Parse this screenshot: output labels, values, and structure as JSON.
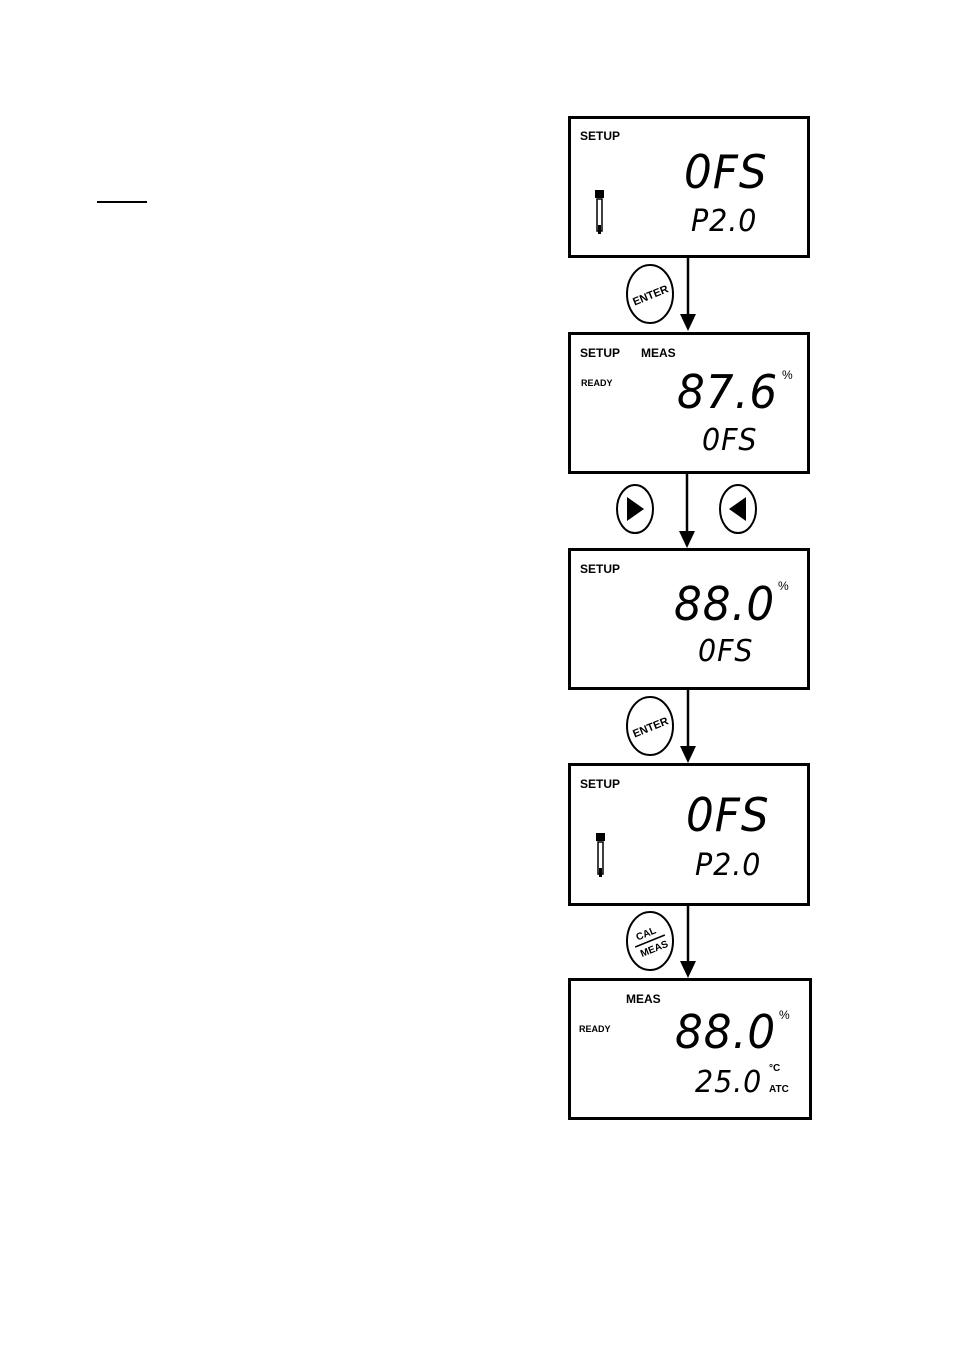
{
  "screens": [
    {
      "label1": "SETUP",
      "main": "0FS",
      "sub": "P2.0"
    },
    {
      "label1": "SETUP",
      "label2": "MEAS",
      "status": "READY",
      "main": "87.6",
      "unit": "%",
      "sub": "0FS"
    },
    {
      "label1": "SETUP",
      "main": "88.0",
      "unit": "%",
      "sub": "0FS"
    },
    {
      "label1": "SETUP",
      "main": "0FS",
      "sub": "P2.0"
    },
    {
      "label2": "MEAS",
      "status": "READY",
      "main": "88.0",
      "unit": "%",
      "sub": "25.0",
      "temp_unit": "°C",
      "atc": "ATC"
    }
  ],
  "buttons": {
    "enter": "ENTER",
    "cal": "CAL",
    "meas": "MEAS"
  },
  "icons": [
    "probe-icon",
    "right-arrow-icon",
    "left-arrow-icon"
  ]
}
